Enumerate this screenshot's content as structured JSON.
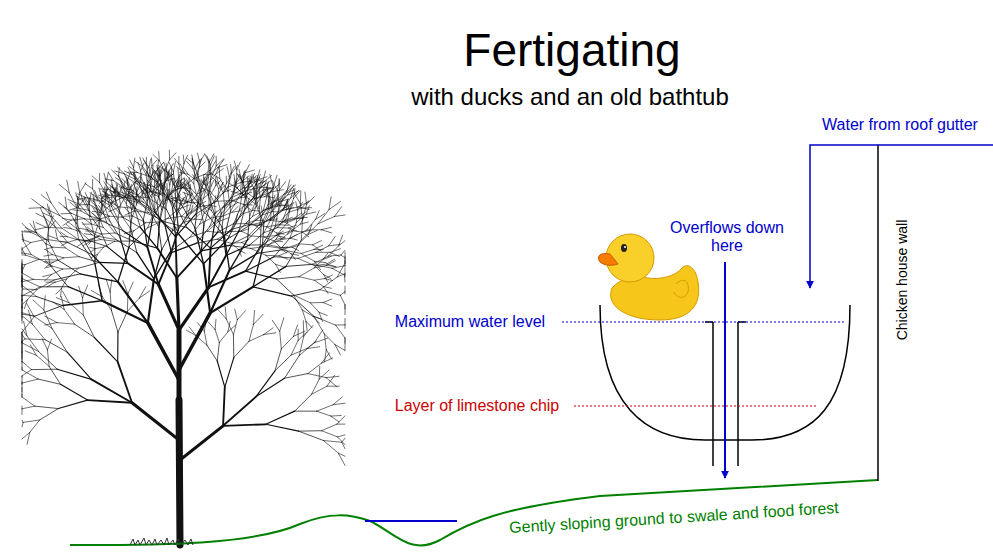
{
  "diagram": {
    "title": "Fertigating",
    "labels": [
      "with ducks and an old bathtub",
      "Water from roof gutter",
      "Overflows down here",
      "Maximum water level",
      "Layer of limestone chip",
      "Chicken house wall",
      "Gently sloping ground to swale and food forest"
    ]
  }
}
